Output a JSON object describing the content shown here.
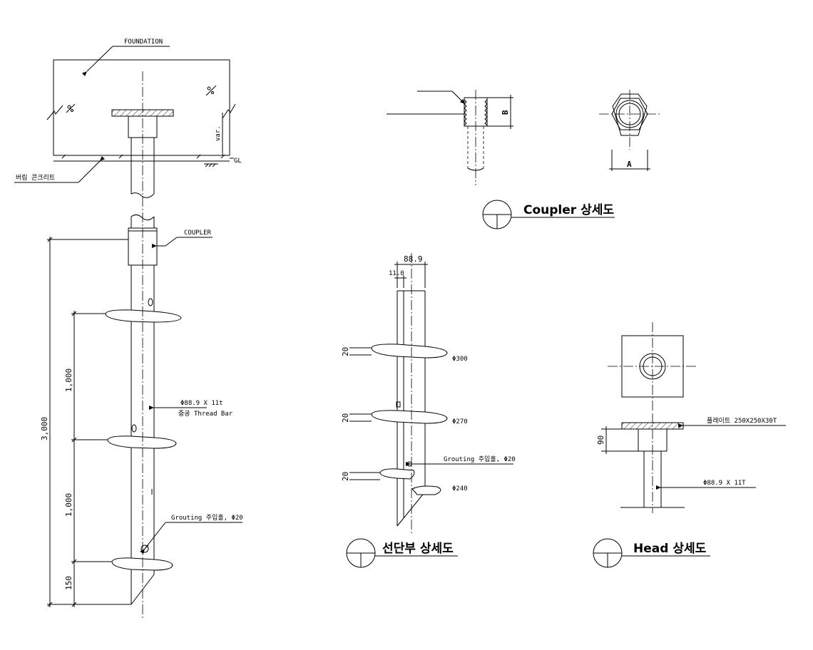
{
  "left_elevation": {
    "foundation_label": "FOUNDATION",
    "lean_concrete_label": "버림 콘크리트",
    "gl_label": "GL",
    "var_label": "var.",
    "coupler_label": "COUPLER",
    "bar_label_line1": "Φ88.9 X 11t",
    "bar_label_line2": "중공 Thread Bar",
    "grouting_label": "Grouting 주입홀, Φ20",
    "dim_total": "3,000",
    "dim_upper": "1,000",
    "dim_lower": "1,000",
    "dim_tip": "150"
  },
  "coupler_detail": {
    "title": "Coupler 상세도",
    "dim_a": "A",
    "dim_b": "B"
  },
  "tip_detail": {
    "title": "선단부 상세도",
    "dim_outer": "88.9",
    "dim_wall": "11.0",
    "helix_pitch_1": "20",
    "helix_pitch_2": "20",
    "helix_pitch_3": "20",
    "helix_dia_1": "Φ300",
    "helix_dia_2": "Φ270",
    "helix_dia_3": "Φ240",
    "grouting_label": "Grouting 주입홀, Φ20"
  },
  "head_detail": {
    "title": "Head 상세도",
    "plate_label": "플레이트 250X250X30T",
    "bar_label": "Φ88.9 X 11T",
    "dim_height": "90"
  }
}
